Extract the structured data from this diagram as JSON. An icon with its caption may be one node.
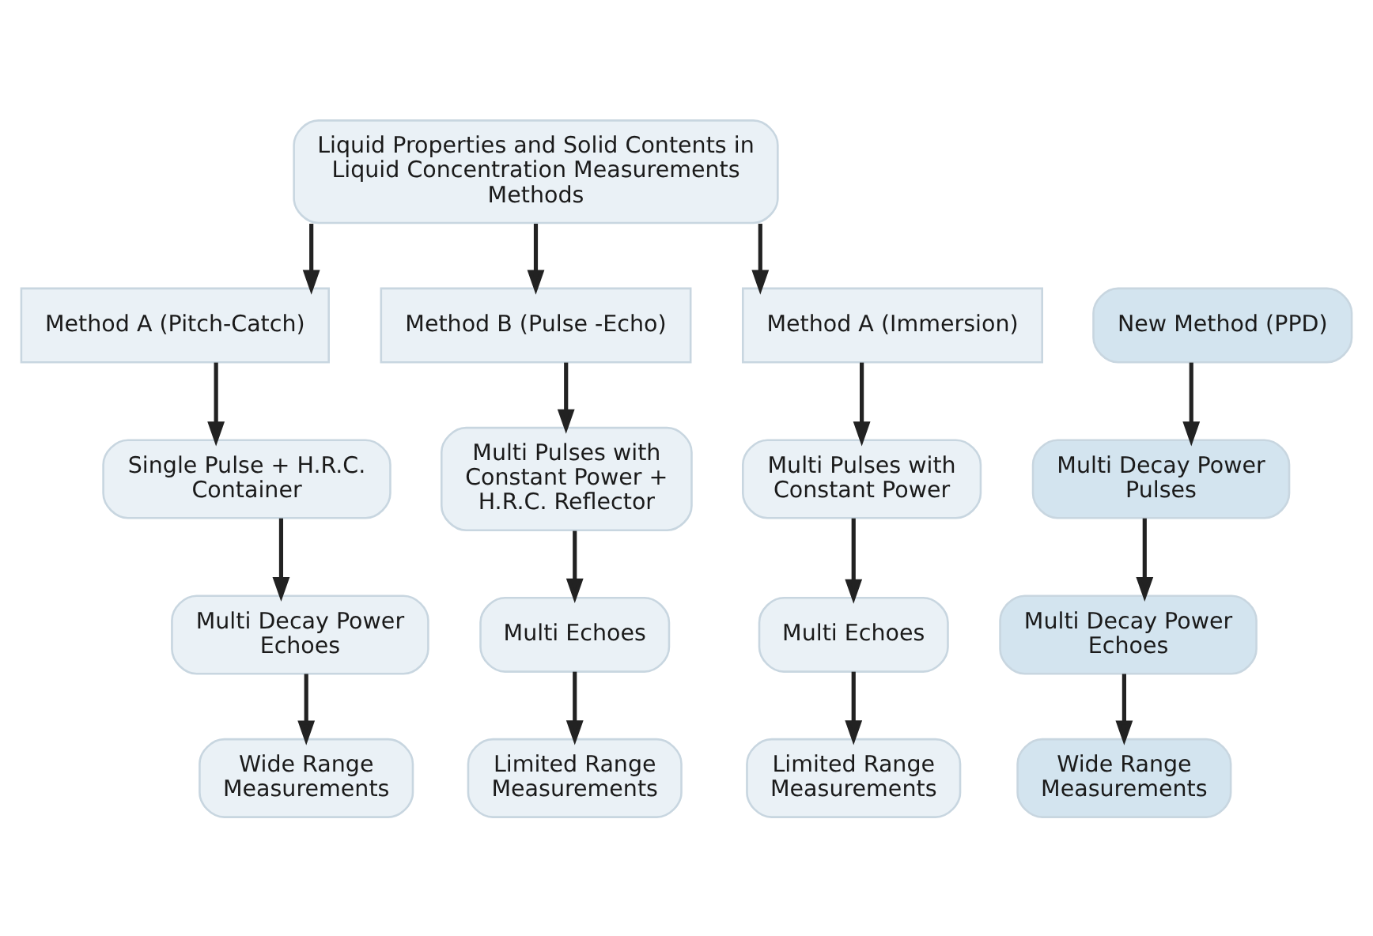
{
  "diagram": {
    "nodes": [
      {
        "text": [
          "Liquid Properties and Solid Contents in Liquid Concentration Measurements Methods"
        ]
      },
      {
        "text": [
          "Method A (Pitch-Catch)"
        ]
      },
      {
        "text": [
          "Single Pulse + H.R.C. Container"
        ]
      },
      {
        "text": [
          "Multi Decay Power Echoes"
        ]
      },
      {
        "text": [
          "Wide Range Measurements"
        ]
      },
      {
        "text": [
          "Method B (Pulse -Echo)"
        ]
      },
      {
        "text": [
          "Multi Pulses with Constant Power + H.R.C. Reflector"
        ]
      },
      {
        "text": [
          "Multi Echoes"
        ]
      },
      {
        "text": [
          "Limited Range Measurements"
        ]
      },
      {
        "text": [
          "Method A (Immersion)"
        ]
      },
      {
        "text": [
          "Multi Pulses with Constant Power"
        ]
      },
      {
        "text": [
          "Multi Echoes"
        ]
      },
      {
        "text": [
          "Limited Range Measurements"
        ]
      },
      {
        "text": [
          "New Method (PPD)"
        ]
      },
      {
        "text": [
          "Multi Decay Power Pulses"
        ]
      },
      {
        "text": [
          "Multi Decay Power Echoes"
        ]
      },
      {
        "text": [
          "Wide Range Measurements"
        ]
      }
    ],
    "edges": [
      {
        "from": 0,
        "to": 1,
        "arrow": "to"
      },
      {
        "from": 0,
        "to": 5,
        "arrow": "to"
      },
      {
        "from": 0,
        "to": 9,
        "arrow": "to"
      },
      {
        "from": 1,
        "to": 2,
        "arrow": "to"
      },
      {
        "from": 2,
        "to": 3,
        "arrow": "to"
      },
      {
        "from": 3,
        "to": 4,
        "arrow": "to"
      },
      {
        "from": 5,
        "to": 6,
        "arrow": "to"
      },
      {
        "from": 6,
        "to": 7,
        "arrow": "to"
      },
      {
        "from": 7,
        "to": 8,
        "arrow": "to"
      },
      {
        "from": 9,
        "to": 10,
        "arrow": "to"
      },
      {
        "from": 10,
        "to": 11,
        "arrow": "to"
      },
      {
        "from": 11,
        "to": 12,
        "arrow": "to"
      },
      {
        "from": 13,
        "to": 14,
        "arrow": "to"
      },
      {
        "from": 14,
        "to": 15,
        "arrow": "to"
      },
      {
        "from": 15,
        "to": 16,
        "arrow": "to"
      }
    ]
  }
}
